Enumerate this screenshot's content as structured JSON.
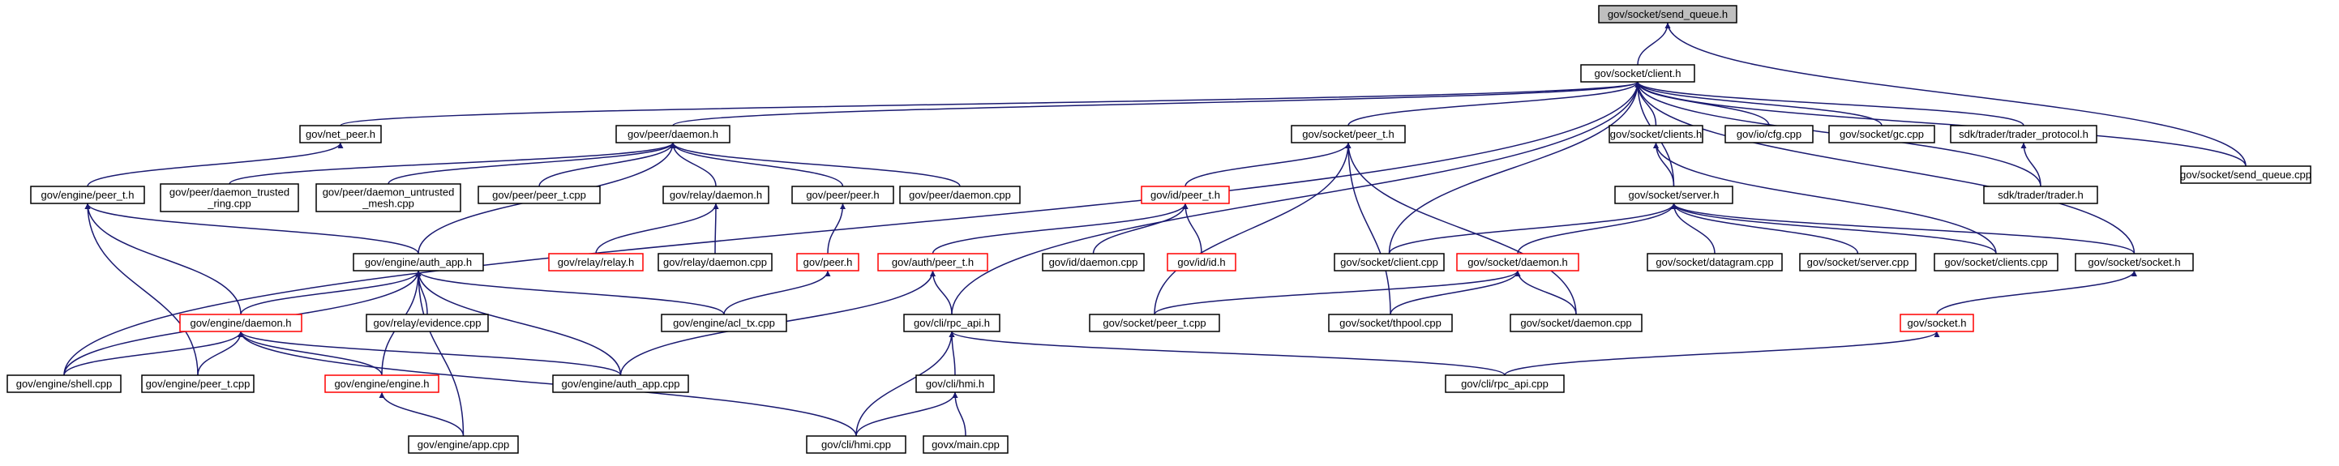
{
  "diagram": {
    "colors": {
      "edge": "#191970",
      "root_fill": "#bfbfbf",
      "node_fill": "#ffffff",
      "node_border": "#000000",
      "truncated_border": "#ff0000"
    },
    "nodes": [
      {
        "id": "n0",
        "label": "gov/socket/send_queue.h",
        "kind": "root"
      },
      {
        "id": "n1",
        "label": "gov/socket/client.h",
        "kind": "normal"
      },
      {
        "id": "n2",
        "label": "gov/socket/send_queue.cpp",
        "kind": "normal"
      },
      {
        "id": "n3",
        "label": "gov/net_peer.h",
        "kind": "normal"
      },
      {
        "id": "n4",
        "label": "gov/peer/daemon.h",
        "kind": "normal"
      },
      {
        "id": "n5",
        "label": "gov/socket/peer_t.h",
        "kind": "normal"
      },
      {
        "id": "n6",
        "label": "gov/socket/clients.h",
        "kind": "normal"
      },
      {
        "id": "n7",
        "label": "gov/io/cfg.cpp",
        "kind": "normal"
      },
      {
        "id": "n8",
        "label": "gov/socket/gc.cpp",
        "kind": "normal"
      },
      {
        "id": "n9",
        "label": "sdk/trader/trader_protocol.h",
        "kind": "normal"
      },
      {
        "id": "n10",
        "label": "gov/engine/peer_t.h",
        "kind": "normal"
      },
      {
        "id": "n11",
        "label": [
          "gov/peer/daemon_trusted",
          "_ring.cpp"
        ],
        "kind": "normal"
      },
      {
        "id": "n12",
        "label": [
          "gov/peer/daemon_untrusted",
          "_mesh.cpp"
        ],
        "kind": "normal"
      },
      {
        "id": "n13",
        "label": "gov/peer/peer_t.cpp",
        "kind": "normal"
      },
      {
        "id": "n14",
        "label": "gov/relay/daemon.h",
        "kind": "normal"
      },
      {
        "id": "n15",
        "label": "gov/peer/peer.h",
        "kind": "normal"
      },
      {
        "id": "n16",
        "label": "gov/peer/daemon.cpp",
        "kind": "normal"
      },
      {
        "id": "n17",
        "label": "gov/id/peer_t.h",
        "kind": "truncated"
      },
      {
        "id": "n18",
        "label": "gov/socket/server.h",
        "kind": "normal"
      },
      {
        "id": "n19",
        "label": "sdk/trader/trader.h",
        "kind": "normal"
      },
      {
        "id": "n20",
        "label": "gov/engine/auth_app.h",
        "kind": "normal"
      },
      {
        "id": "n21",
        "label": "gov/relay/relay.h",
        "kind": "truncated"
      },
      {
        "id": "n22",
        "label": "gov/relay/daemon.cpp",
        "kind": "normal"
      },
      {
        "id": "n23",
        "label": "gov/peer.h",
        "kind": "truncated"
      },
      {
        "id": "n24",
        "label": "gov/auth/peer_t.h",
        "kind": "truncated"
      },
      {
        "id": "n25",
        "label": "gov/id/daemon.cpp",
        "kind": "normal"
      },
      {
        "id": "n26",
        "label": "gov/id/id.h",
        "kind": "truncated"
      },
      {
        "id": "n27",
        "label": "gov/socket/client.cpp",
        "kind": "normal"
      },
      {
        "id": "n28",
        "label": "gov/socket/daemon.h",
        "kind": "truncated"
      },
      {
        "id": "n29",
        "label": "gov/socket/datagram.cpp",
        "kind": "normal"
      },
      {
        "id": "n30",
        "label": "gov/socket/server.cpp",
        "kind": "normal"
      },
      {
        "id": "n31",
        "label": "gov/socket/clients.cpp",
        "kind": "normal"
      },
      {
        "id": "n32",
        "label": "gov/socket/socket.h",
        "kind": "normal"
      },
      {
        "id": "n33",
        "label": "gov/engine/daemon.h",
        "kind": "truncated"
      },
      {
        "id": "n34",
        "label": "gov/relay/evidence.cpp",
        "kind": "normal"
      },
      {
        "id": "n35",
        "label": "gov/engine/acl_tx.cpp",
        "kind": "normal"
      },
      {
        "id": "n36",
        "label": "gov/cli/rpc_api.h",
        "kind": "normal"
      },
      {
        "id": "n37",
        "label": "gov/socket/peer_t.cpp",
        "kind": "normal"
      },
      {
        "id": "n38",
        "label": "gov/socket/thpool.cpp",
        "kind": "normal"
      },
      {
        "id": "n39",
        "label": "gov/socket/daemon.cpp",
        "kind": "normal"
      },
      {
        "id": "n40",
        "label": "gov/socket.h",
        "kind": "truncated"
      },
      {
        "id": "n41",
        "label": "gov/engine/shell.cpp",
        "kind": "normal"
      },
      {
        "id": "n42",
        "label": "gov/engine/peer_t.cpp",
        "kind": "normal"
      },
      {
        "id": "n43",
        "label": "gov/engine/engine.h",
        "kind": "truncated"
      },
      {
        "id": "n44",
        "label": "gov/engine/auth_app.cpp",
        "kind": "normal"
      },
      {
        "id": "n45",
        "label": "gov/cli/hmi.h",
        "kind": "normal"
      },
      {
        "id": "n46",
        "label": "gov/cli/rpc_api.cpp",
        "kind": "normal"
      },
      {
        "id": "n47",
        "label": "gov/engine/app.cpp",
        "kind": "normal"
      },
      {
        "id": "n48",
        "label": "gov/cli/hmi.cpp",
        "kind": "normal"
      },
      {
        "id": "n49",
        "label": "govx/main.cpp",
        "kind": "normal"
      }
    ],
    "edges": [
      [
        "n0",
        "n1"
      ],
      [
        "n0",
        "n2"
      ],
      [
        "n1",
        "n3"
      ],
      [
        "n1",
        "n4"
      ],
      [
        "n1",
        "n5"
      ],
      [
        "n1",
        "n6"
      ],
      [
        "n1",
        "n7"
      ],
      [
        "n1",
        "n8"
      ],
      [
        "n1",
        "n9"
      ],
      [
        "n1",
        "n2"
      ],
      [
        "n1",
        "n18"
      ],
      [
        "n1",
        "n19"
      ],
      [
        "n1",
        "n27"
      ],
      [
        "n1",
        "n32"
      ],
      [
        "n1",
        "n36"
      ],
      [
        "n1",
        "n41"
      ],
      [
        "n3",
        "n10"
      ],
      [
        "n4",
        "n11"
      ],
      [
        "n4",
        "n12"
      ],
      [
        "n4",
        "n13"
      ],
      [
        "n4",
        "n14"
      ],
      [
        "n4",
        "n15"
      ],
      [
        "n4",
        "n16"
      ],
      [
        "n4",
        "n20"
      ],
      [
        "n5",
        "n17"
      ],
      [
        "n5",
        "n37"
      ],
      [
        "n5",
        "n38"
      ],
      [
        "n5",
        "n39"
      ],
      [
        "n6",
        "n18"
      ],
      [
        "n6",
        "n31"
      ],
      [
        "n9",
        "n19"
      ],
      [
        "n10",
        "n20"
      ],
      [
        "n10",
        "n33"
      ],
      [
        "n10",
        "n42"
      ],
      [
        "n14",
        "n21"
      ],
      [
        "n14",
        "n22"
      ],
      [
        "n15",
        "n23"
      ],
      [
        "n17",
        "n24"
      ],
      [
        "n17",
        "n25"
      ],
      [
        "n17",
        "n26"
      ],
      [
        "n18",
        "n27"
      ],
      [
        "n18",
        "n28"
      ],
      [
        "n18",
        "n29"
      ],
      [
        "n18",
        "n30"
      ],
      [
        "n18",
        "n31"
      ],
      [
        "n18",
        "n32"
      ],
      [
        "n20",
        "n33"
      ],
      [
        "n20",
        "n34"
      ],
      [
        "n20",
        "n35"
      ],
      [
        "n20",
        "n41"
      ],
      [
        "n20",
        "n43"
      ],
      [
        "n20",
        "n44"
      ],
      [
        "n20",
        "n47"
      ],
      [
        "n23",
        "n35"
      ],
      [
        "n24",
        "n36"
      ],
      [
        "n24",
        "n44"
      ],
      [
        "n28",
        "n37"
      ],
      [
        "n28",
        "n38"
      ],
      [
        "n28",
        "n39"
      ],
      [
        "n32",
        "n40"
      ],
      [
        "n33",
        "n41"
      ],
      [
        "n33",
        "n42"
      ],
      [
        "n33",
        "n43"
      ],
      [
        "n33",
        "n44"
      ],
      [
        "n33",
        "n48"
      ],
      [
        "n36",
        "n45"
      ],
      [
        "n36",
        "n46"
      ],
      [
        "n36",
        "n48"
      ],
      [
        "n40",
        "n46"
      ],
      [
        "n43",
        "n47"
      ],
      [
        "n45",
        "n48"
      ],
      [
        "n45",
        "n49"
      ]
    ]
  }
}
